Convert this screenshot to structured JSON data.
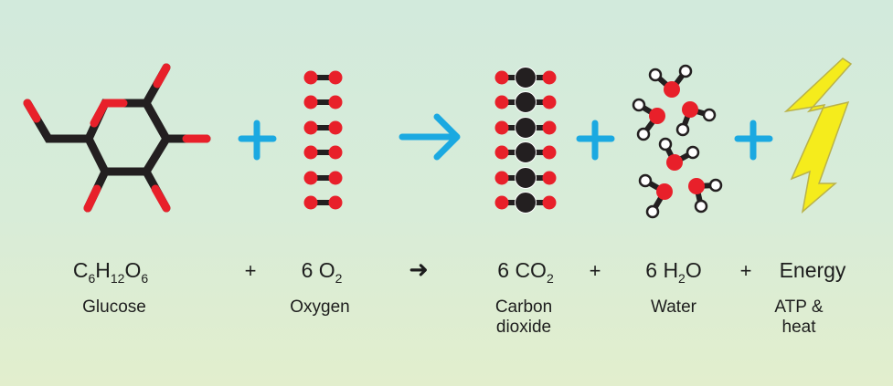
{
  "colors": {
    "oxygen": "#e8202a",
    "carbon": "#231f20",
    "hydrogen": "#ffffff",
    "plus": "#1ba9e1",
    "bolt": "#f5ec1c"
  },
  "equation": {
    "glucose": {
      "formula": [
        {
          "t": "C"
        },
        {
          "s": "6"
        },
        {
          "t": "H"
        },
        {
          "s": "12"
        },
        {
          "t": "O"
        },
        {
          "s": "6"
        }
      ],
      "name": "Glucose"
    },
    "oxygen": {
      "formula": [
        {
          "t": "6 O"
        },
        {
          "s": "2"
        }
      ],
      "name": "Oxygen"
    },
    "co2": {
      "formula": [
        {
          "t": "6 CO"
        },
        {
          "s": "2"
        }
      ],
      "name_line1": "Carbon",
      "name_line2": "dioxide"
    },
    "water": {
      "formula": [
        {
          "t": "6 H"
        },
        {
          "s": "2"
        },
        {
          "t": "O"
        }
      ],
      "name": "Water"
    },
    "energy": {
      "formula": "Energy",
      "name_line1": "ATP &",
      "name_line2": "heat"
    },
    "plus": "+",
    "arrow": "➜"
  }
}
